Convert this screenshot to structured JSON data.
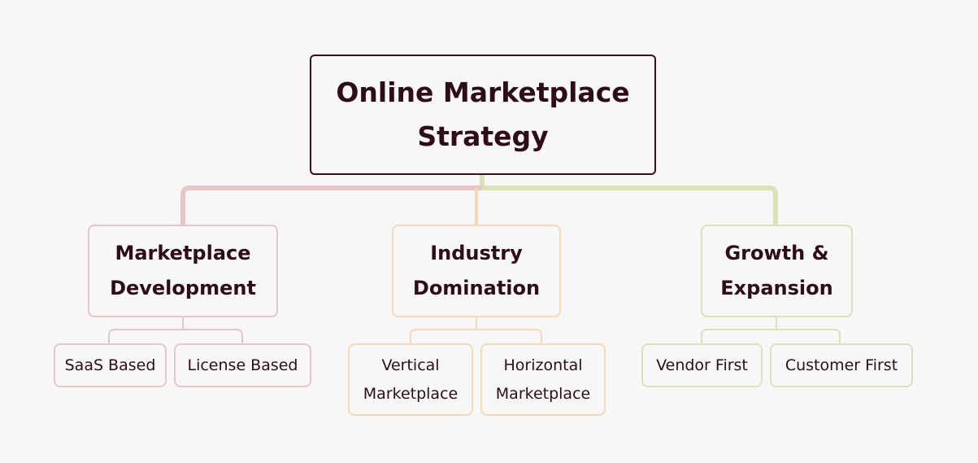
{
  "root": {
    "label": "Online Marketplace Strategy"
  },
  "colors": {
    "background": "#f7f7f7",
    "root_border": "#3a0f1a",
    "text": "#2e0d16",
    "branch_pink": "#e8c6c4",
    "branch_orange": "#f7d9b5",
    "branch_green": "#d9e3b5"
  },
  "branches": [
    {
      "label": "Marketplace Development",
      "color": "#e8c6c4",
      "children": [
        {
          "label": "SaaS Based"
        },
        {
          "label": "License Based"
        }
      ]
    },
    {
      "label": "Industry Domination",
      "color": "#f7d9b5",
      "children": [
        {
          "label": "Vertical Marketplace"
        },
        {
          "label": "Horizontal Marketplace"
        }
      ]
    },
    {
      "label": "Growth & Expansion",
      "color": "#d9e3b5",
      "children": [
        {
          "label": "Vendor First"
        },
        {
          "label": "Customer First"
        }
      ]
    }
  ]
}
